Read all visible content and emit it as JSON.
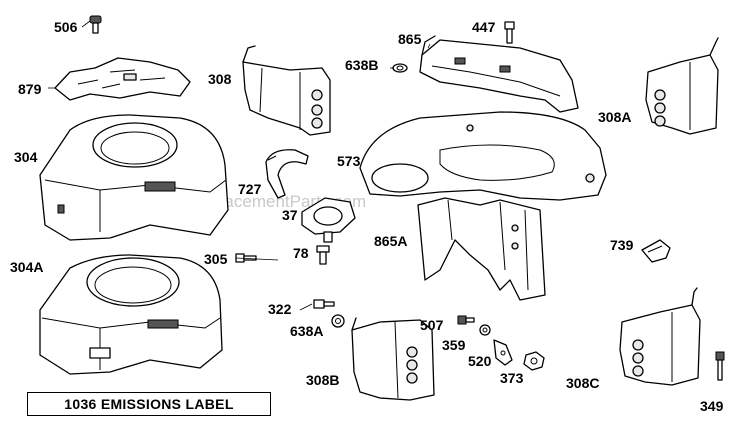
{
  "watermark": "eReplacementParts.com",
  "emissions_label": "1036 EMISSIONS LABEL",
  "callouts": {
    "p506": "506",
    "p879": "879",
    "p304": "304",
    "p304a": "304A",
    "p305": "305",
    "p308": "308",
    "p727": "727",
    "p37": "37",
    "p78": "78",
    "p638b": "638B",
    "p865": "865",
    "p447": "447",
    "p573": "573",
    "p865a": "865A",
    "p308a": "308A",
    "p739": "739",
    "p322": "322",
    "p638a": "638A",
    "p308b": "308B",
    "p507": "507",
    "p359": "359",
    "p520": "520",
    "p373": "373",
    "p308c": "308C",
    "p349": "349"
  }
}
